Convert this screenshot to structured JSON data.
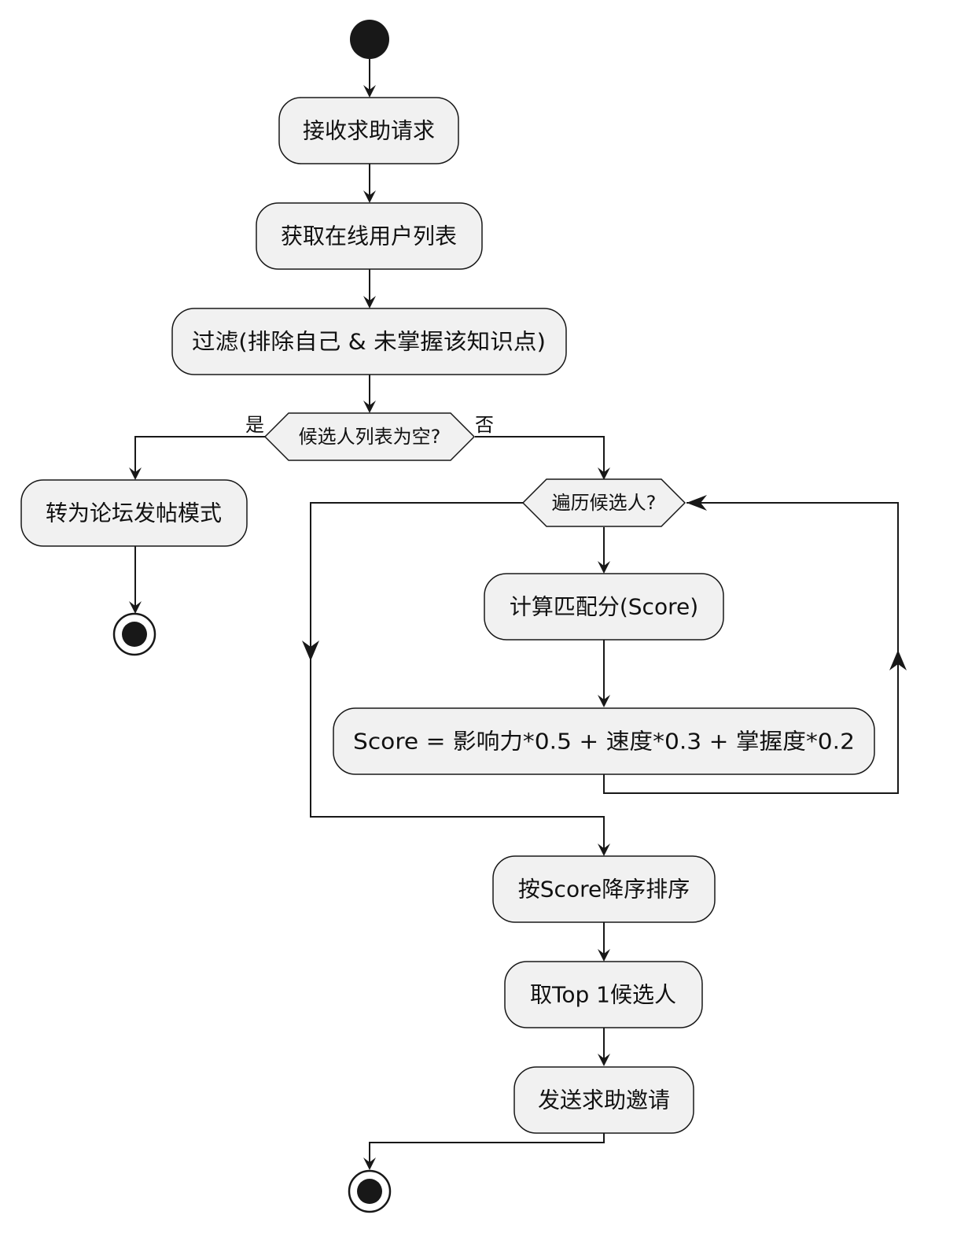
{
  "nodes": {
    "receive_request": "接收求助请求",
    "get_online_users": "获取在线用户列表",
    "filter": "过滤(排除自己 & 未掌握该知识点)",
    "is_empty": "候选人列表为空?",
    "forum_mode": "转为论坛发帖模式",
    "iterate": "遍历候选人?",
    "calc_score": "计算匹配分(Score)",
    "score_formula": "Score = 影响力*0.5 + 速度*0.3 + 掌握度*0.2",
    "sort": "按Score降序排序",
    "take_top": "取Top 1候选人",
    "send_invite": "发送求助邀请"
  },
  "branches": {
    "yes": "是",
    "no": "否"
  },
  "colors": {
    "node_fill": "#f1f1f1",
    "stroke": "#181818"
  }
}
